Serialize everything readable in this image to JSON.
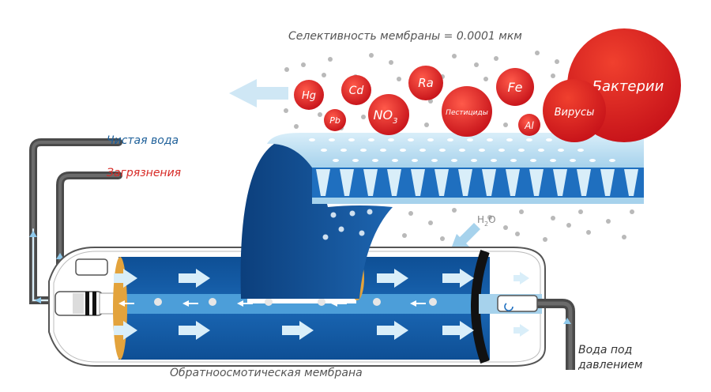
{
  "labels": {
    "selectivity": "Селективность мембраны = 0.0001 мкм",
    "clean_water": "Чистая вода",
    "contaminants": "Загрязнения",
    "membrane": "Обратноосмотическая мембрана",
    "pressure_water": "Вода под давлением",
    "h2o_main": "H",
    "h2o_sub": "2",
    "h2o_tail": "O"
  },
  "particles": {
    "hg": "Hg",
    "cd": "Cd",
    "ra": "Ra",
    "fe": "Fe",
    "pb": "Pb",
    "no3_main": "NO",
    "no3_sub": "3",
    "pesticides": "Пестициды",
    "al": "Al",
    "viruses": "Вирусы",
    "bacteria": "Бактерии"
  },
  "colors": {
    "particle_red": "#e8262a",
    "dark_blue": "#0b4a8c",
    "mid_blue": "#1e6fbf",
    "light_blue": "#b9ddf0",
    "pipe_gray": "#4a4a4a",
    "gold": "#e3a33c"
  }
}
